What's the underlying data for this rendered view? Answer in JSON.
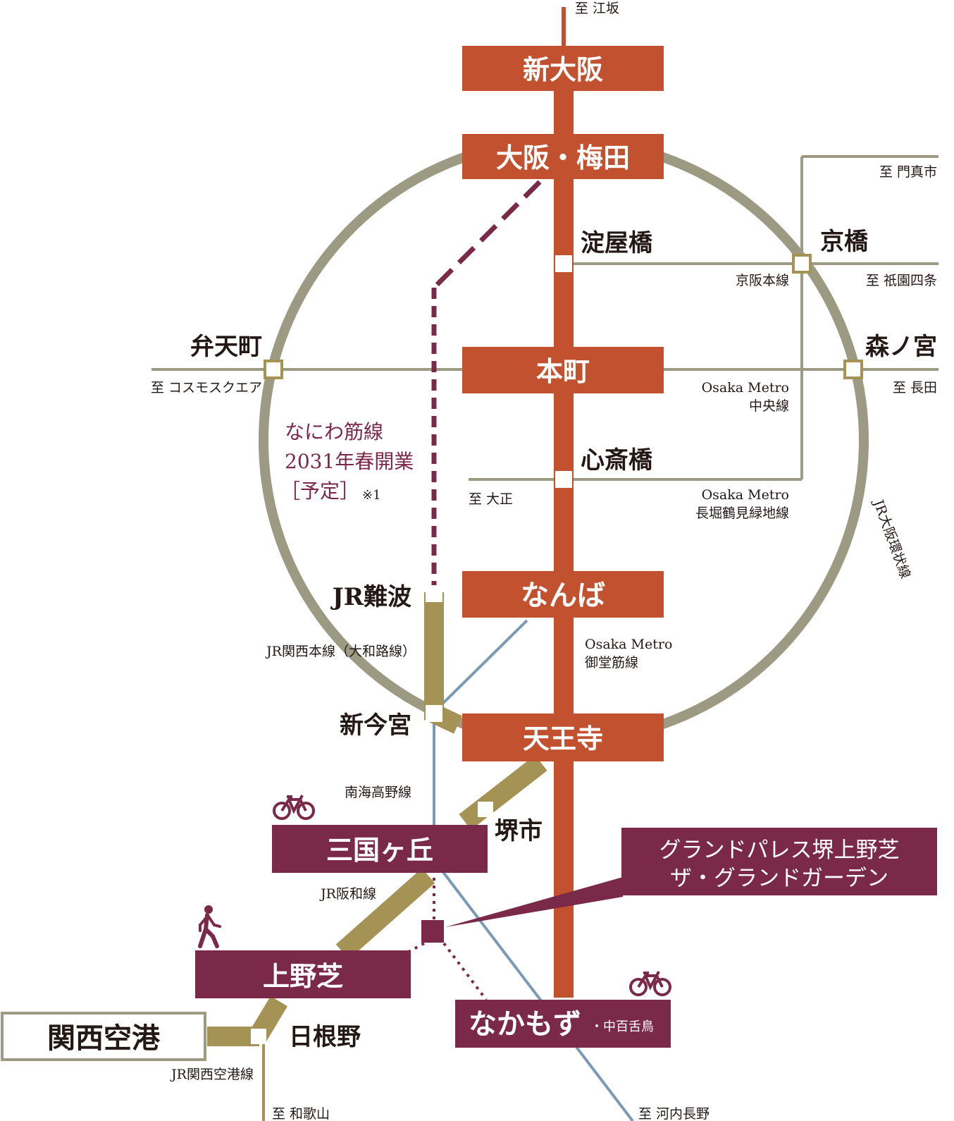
{
  "colors": {
    "midosuji": "#c2522f",
    "loop": "#9c9a82",
    "naniwasuji": "#7a2948",
    "nankai": "#7b9ab5",
    "jr_gold": "#a59355",
    "station_fill": "#ffffff",
    "text_dark": "#231815",
    "text_purple": "#7a2948"
  },
  "stations": {
    "shin_osaka": "新大阪",
    "umeda": "大阪・梅田",
    "yodoyabashi": "淀屋橋",
    "hommachi": "本町",
    "shinsaibashi": "心斎橋",
    "namba": "なんば",
    "tennoji": "天王寺",
    "kyobashi": "京橋",
    "morinomiya": "森ノ宮",
    "bentencho": "弁天町",
    "jr_namba": "JR難波",
    "shin_imamiya": "新今宮",
    "sakaishi": "堺市",
    "mikunigaoka": "三国ヶ丘",
    "uenoshiba": "上野芝",
    "nakamozu": "なかもず",
    "nakamozu_sub": "・中百舌鳥",
    "hineno": "日根野",
    "kix": "関西空港"
  },
  "property": {
    "line1": "グランドパレス堺上野芝",
    "line2": "ザ・グランドガーデン"
  },
  "directions": {
    "esaka": "至 江坂",
    "kadoma": "至 門真市",
    "gion": "至 祇園四条",
    "nagata": "至 長田",
    "cosmo": "至 コスモスクエア",
    "taisho": "至 大正",
    "wakayama": "至 和歌山",
    "kawachinagano": "至 河内長野"
  },
  "line_labels": {
    "keihan": "京阪本線",
    "chuo_1": "Osaka Metro",
    "chuo_2": "中央線",
    "nagahori_1": "Osaka Metro",
    "nagahori_2": "長堀鶴見緑地線",
    "loop": "JR大阪環状線",
    "midosuji_1": "Osaka Metro",
    "midosuji_2": "御堂筋線",
    "yamatoji": "JR関西本線（大和路線）",
    "koya": "南海高野線",
    "hanwa": "JR阪和線",
    "kix_line": "JR関西空港線"
  },
  "naniwasuji_note": {
    "line1": "なにわ筋線",
    "line2": "2031年春開業",
    "line3": "［予定］",
    "note": "※1"
  },
  "icons": [
    "bicycle-icon",
    "walking-person-icon",
    "bicycle-icon"
  ]
}
